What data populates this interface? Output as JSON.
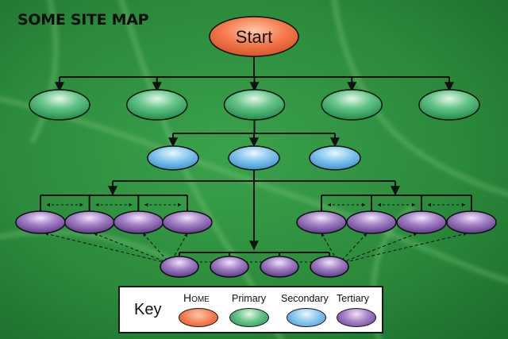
{
  "diagram": {
    "title": "SOME SITE MAP",
    "start_label": "Start",
    "primary_count": 5,
    "secondary_count": 3,
    "tertiary_left_count": 4,
    "tertiary_right_count": 4,
    "tertiary_bottom_count": 4
  },
  "key": {
    "title": "Key",
    "home_label": "Home",
    "primary_label": "Primary",
    "secondary_label": "Secondary",
    "tertiary_label": "Tertiary"
  },
  "colors": {
    "background": "#2f8e3e",
    "home": "#f47a4d",
    "primary": "#38a860",
    "secondary": "#5fb0e4",
    "tertiary": "#8a5fb0",
    "line": "#111111"
  }
}
